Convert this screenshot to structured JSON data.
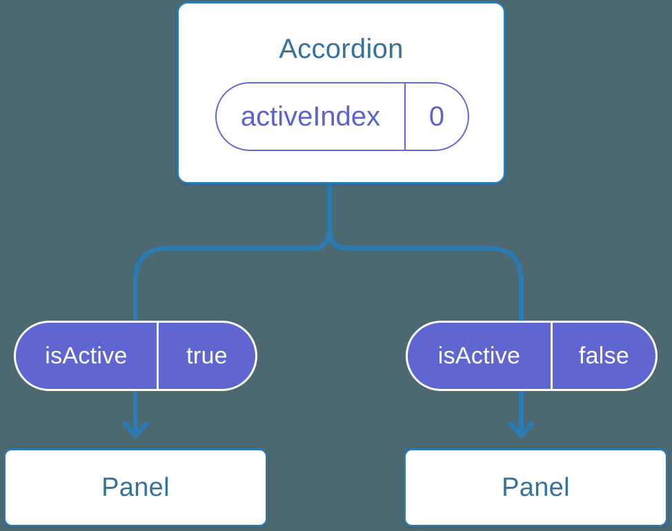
{
  "colors": {
    "background": "#4C6972",
    "connector": "#2B7AB2",
    "card_border": "#2B7AB2",
    "card_background": "#FFFFFF",
    "component_text": "#35739E",
    "state_pill_border": "#6168D9",
    "state_pill_text": "#5B62D2",
    "prop_pill_fill": "#5F66D2",
    "prop_pill_border": "#FFFFFF",
    "prop_pill_text": "#FFFFFF"
  },
  "diagram": {
    "root": {
      "title": "Accordion",
      "state": {
        "name": "activeIndex",
        "value": "0"
      }
    },
    "children": [
      {
        "prop": {
          "name": "isActive",
          "value": "true"
        },
        "component": "Panel"
      },
      {
        "prop": {
          "name": "isActive",
          "value": "false"
        },
        "component": "Panel"
      }
    ]
  }
}
